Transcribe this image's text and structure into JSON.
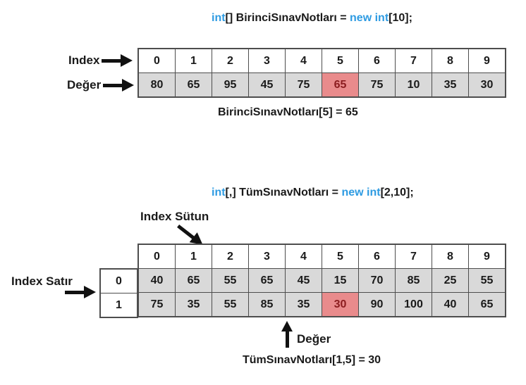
{
  "colors": {
    "code_blue": "#2e9be2",
    "text": "#1a1a1a",
    "cell_gray": "#d9d9d9",
    "cell_white": "#ffffff",
    "highlight_bg": "#e98b8c",
    "highlight_text": "#8c1d20",
    "border": "#4d4d4d"
  },
  "section1": {
    "code": [
      {
        "t": "int",
        "c": "blue"
      },
      {
        "t": "[] BirinciSınavNotları = ",
        "c": "black"
      },
      {
        "t": "new int",
        "c": "blue"
      },
      {
        "t": "[10];",
        "c": "black"
      }
    ],
    "labels": {
      "index": "Index",
      "deger": "Değer"
    },
    "indices": [
      "0",
      "1",
      "2",
      "3",
      "4",
      "5",
      "6",
      "7",
      "8",
      "9"
    ],
    "values": [
      "80",
      "65",
      "95",
      "45",
      "75",
      "65",
      "75",
      "10",
      "35",
      "30"
    ],
    "highlight_col": 5,
    "caption": "BirinciSınavNotları[5] = 65"
  },
  "section2": {
    "code": [
      {
        "t": "int",
        "c": "blue"
      },
      {
        "t": "[,] TümSınavNotları = ",
        "c": "black"
      },
      {
        "t": "new int",
        "c": "blue"
      },
      {
        "t": "[2,10];",
        "c": "black"
      }
    ],
    "labels": {
      "col": "Index Sütun",
      "row": "Index Satır",
      "value": "Değer"
    },
    "indices": [
      "0",
      "1",
      "2",
      "3",
      "4",
      "5",
      "6",
      "7",
      "8",
      "9"
    ],
    "row_indices": [
      "0",
      "1"
    ],
    "rows": [
      [
        "40",
        "65",
        "55",
        "65",
        "45",
        "15",
        "70",
        "85",
        "25",
        "55"
      ],
      [
        "75",
        "35",
        "55",
        "85",
        "35",
        "30",
        "90",
        "100",
        "40",
        "65"
      ]
    ],
    "highlight": {
      "row": 1,
      "col": 5
    },
    "caption": "TümSınavNotları[1,5] = 30"
  }
}
